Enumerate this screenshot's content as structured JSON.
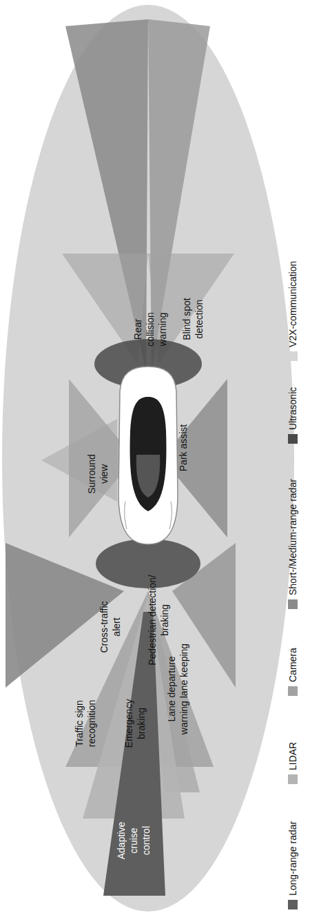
{
  "diagram": {
    "labels": [
      "Adaptive cruise control",
      "Emergency braking",
      "Traffic sign recognition",
      "Lane departure warning lane keeping",
      "Pedestrian detection/ braking",
      "Cross-traffic alert",
      "Surround view",
      "Park assist",
      "Rear collision warning",
      "Blind spot detection"
    ],
    "legend": [
      {
        "text": "Long-range radar",
        "color": "#5e5e5e"
      },
      {
        "text": "LIDAR",
        "color": "#b4b4b4"
      },
      {
        "text": "Camera",
        "color": "#a2a2a2"
      },
      {
        "text": "Short-/Medium-range radar",
        "color": "#8a8a8a"
      },
      {
        "text": "Ultrasonic",
        "color": "#4a4a4a"
      },
      {
        "text": "V2X-communication",
        "color": "#d6d6d6"
      }
    ]
  }
}
